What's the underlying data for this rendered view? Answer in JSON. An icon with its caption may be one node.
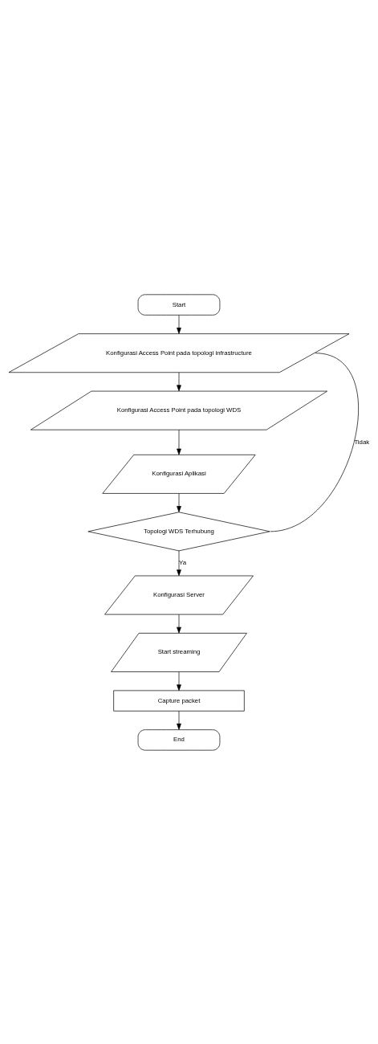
{
  "diagram": {
    "nodes": [
      {
        "text": [
          "Start"
        ]
      },
      {
        "text": [
          "Konfigurasi Access Point pada topologi infrastructure"
        ]
      },
      {
        "text": [
          "Konfigurasi Access Point pada topologi WDS"
        ]
      },
      {
        "text": [
          "Konfigurasi Aplikasi"
        ]
      },
      {
        "text": [
          "Topologi WDS Terhubung"
        ]
      },
      {
        "text": [
          "Konfigurasi Server"
        ]
      },
      {
        "text": [
          "Start streaming"
        ]
      },
      {
        "text": [
          "Capture packet"
        ]
      },
      {
        "text": [
          "End"
        ]
      }
    ],
    "edges": [
      {
        "from": 0,
        "to": 1,
        "arrow": "to"
      },
      {
        "from": 1,
        "to": 2,
        "arrow": "to"
      },
      {
        "from": 2,
        "to": 3,
        "arrow": "to"
      },
      {
        "from": 3,
        "to": 4,
        "arrow": "to"
      },
      {
        "from": 4,
        "to": 5,
        "label": "Ya",
        "arrow": "to"
      },
      {
        "from": 5,
        "to": 6,
        "arrow": "to"
      },
      {
        "from": 6,
        "to": 7,
        "arrow": "to"
      },
      {
        "from": 7,
        "to": 8,
        "arrow": "to"
      },
      {
        "from": 4,
        "to": 1,
        "label": "Tidak",
        "arrow": "none"
      }
    ]
  }
}
